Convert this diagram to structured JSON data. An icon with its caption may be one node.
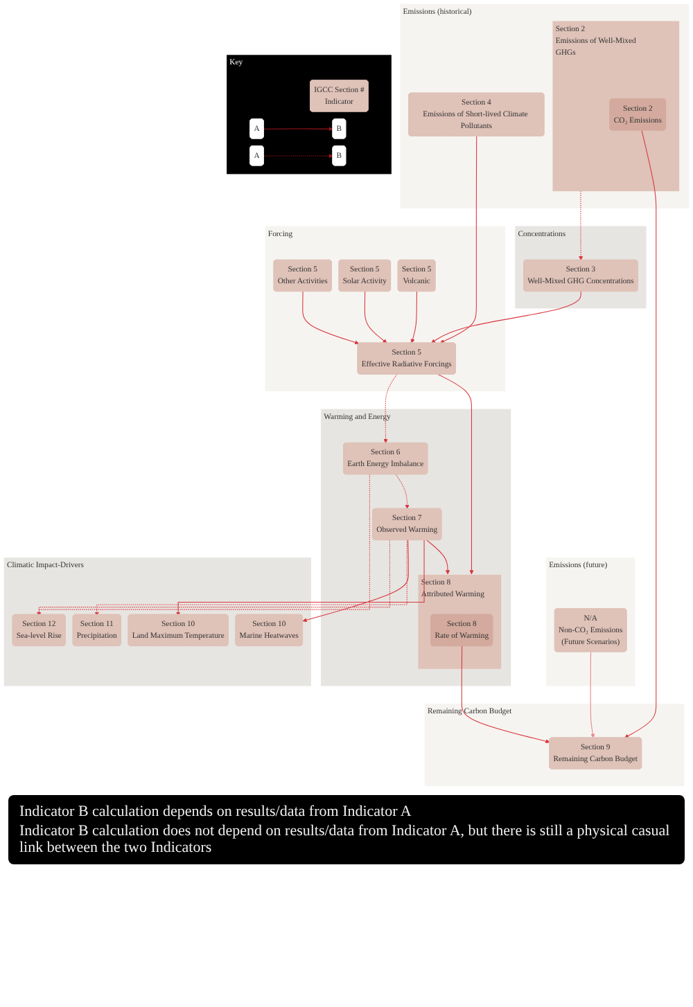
{
  "diagram": {
    "nodes": [
      {
        "text": [
          "Emissions (historical)"
        ]
      },
      {
        "text": [
          "Section 4",
          "Emissions of Short-lived Climate Pollutants"
        ],
        "in": 0
      },
      {
        "text": [
          "Section 2",
          "Emissions of Well-Mixed GHGs"
        ],
        "in": 0
      },
      {
        "text": [
          "Section 2",
          "CO₂ Emissions"
        ],
        "in": 2
      },
      {
        "text": [
          "Emissions (future)"
        ]
      },
      {
        "text": [
          "N/A",
          "Non-CO₂ Emissions",
          "(Future Scenarios)"
        ],
        "in": 4
      },
      {
        "text": [
          "Concentrations"
        ]
      },
      {
        "text": [
          "Section 3",
          "Well-Mixed GHG Concentrations"
        ],
        "in": 6
      },
      {
        "text": [
          "Forcing"
        ]
      },
      {
        "text": [
          "Section 5",
          "Volcanic"
        ],
        "in": 8
      },
      {
        "text": [
          "Section 5",
          "Solar Activity"
        ],
        "in": 8
      },
      {
        "text": [
          "Section 5",
          "Other Activities"
        ],
        "in": 8
      },
      {
        "text": [
          "Section 5",
          "Effective Radiative Forcings"
        ],
        "in": 8
      },
      {
        "text": [
          "Warming and Energy"
        ]
      },
      {
        "text": [
          "Section 6",
          "Earth Energy Imbalance"
        ],
        "in": 13
      },
      {
        "text": [
          "Section 7",
          "Observed Warming"
        ],
        "in": 13
      },
      {
        "text": [
          "Section 8",
          "Attributed Warming"
        ],
        "in": 13
      },
      {
        "text": [
          "Section 8",
          "Rate of Warming"
        ],
        "in": 16
      },
      {
        "text": [
          "Remaining Carbon Budget"
        ]
      },
      {
        "text": [
          "Section 9",
          "Remaining Carbon Budget"
        ],
        "in": 18
      },
      {
        "text": [
          "Climatic Impact-Drivers"
        ]
      },
      {
        "text": [
          "Section 12",
          "Sea-level Rise"
        ],
        "in": 20
      },
      {
        "text": [
          "Section 11",
          "Precipitation"
        ],
        "in": 20
      },
      {
        "text": [
          "Section 10",
          "Land Maximum Temperature"
        ],
        "in": 20
      },
      {
        "text": [
          "Section 10",
          "Marine Heatwaves"
        ],
        "in": 20
      },
      {
        "text": [
          "Key"
        ]
      },
      {
        "text": [
          "IGCC Section #",
          "Indicator"
        ],
        "in": 25
      },
      {
        "text": [
          "A"
        ],
        "in": 25
      },
      {
        "text": [
          "B"
        ],
        "in": 25
      },
      {
        "text": [
          "A"
        ],
        "in": 25
      },
      {
        "text": [
          "B"
        ],
        "in": 25
      }
    ],
    "edges": [
      {
        "from": 2,
        "to": 7,
        "arrow": "to",
        "style": "dashed"
      },
      {
        "from": 1,
        "to": 12,
        "arrow": "to"
      },
      {
        "from": 3,
        "to": 19,
        "arrow": "to"
      },
      {
        "from": 5,
        "to": 19,
        "arrow": "to",
        "color": "#e8868b"
      },
      {
        "from": 7,
        "to": 12,
        "arrow": "to"
      },
      {
        "from": 9,
        "to": 12,
        "arrow": "to"
      },
      {
        "from": 10,
        "to": 12,
        "arrow": "to"
      },
      {
        "from": 11,
        "to": 12,
        "arrow": "to"
      },
      {
        "from": 12,
        "to": 14,
        "arrow": "to",
        "style": "dashed"
      },
      {
        "from": 12,
        "to": 16,
        "arrow": "to"
      },
      {
        "from": 14,
        "to": 15,
        "arrow": "to",
        "style": "dashed"
      },
      {
        "from": 15,
        "to": 16,
        "arrow": "to"
      },
      {
        "from": 17,
        "to": 19,
        "arrow": "to"
      },
      {
        "from": 14,
        "to": 21,
        "arrow": "to",
        "style": "dashed"
      },
      {
        "from": 15,
        "to": 21,
        "arrow": "to",
        "style": "dashed"
      },
      {
        "from": 15,
        "to": 22,
        "arrow": "to",
        "style": "dashed"
      },
      {
        "from": 15,
        "to": 23,
        "arrow": "to"
      },
      {
        "from": 15,
        "to": 24,
        "arrow": "to"
      },
      {
        "from": 27,
        "to": 28,
        "arrow": "to",
        "color": "#a3161c"
      },
      {
        "from": 29,
        "to": 30,
        "arrow": "to",
        "style": "dashed",
        "color": "#a3161c"
      }
    ],
    "labels": [
      "Indicator B calculation depends on results/data from Indicator A",
      "Indicator B calculation does not depend on results/data from Indicator A, but there is still a physical casual link between the two Indicators"
    ]
  }
}
